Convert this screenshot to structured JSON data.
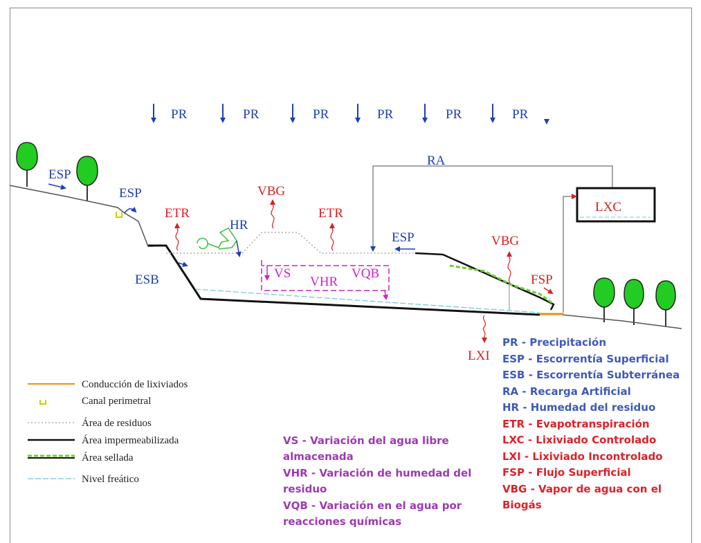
{
  "diagram": {
    "precipitation_labels": [
      "PR",
      "PR",
      "PR",
      "PR",
      "PR",
      "PR"
    ],
    "labels": {
      "ra": "RA",
      "esp_left": "ESP",
      "esp_canal": "ESP",
      "esp_right": "ESP",
      "esb": "ESB",
      "hr": "HR",
      "etr_left": "ETR",
      "etr_right": "ETR",
      "vbg_left": "VBG",
      "vbg_right": "VBG",
      "vs": "VS",
      "vhr": "VHR",
      "vqb": "VQB",
      "lxc": "LXC",
      "lxi": "LXI",
      "fsp": "FSP"
    }
  },
  "legend": {
    "items": [
      {
        "label": "Conducción de lixiviados",
        "color": "#f08a1c"
      },
      {
        "label": "Canal perimetral",
        "color": "#c8d400"
      },
      {
        "label": "Área de residuos",
        "color": "#b0b0b0"
      },
      {
        "label": "Área impermeabilizada",
        "color": "#111111"
      },
      {
        "label": "Área sellada",
        "color": "#6ccd3c"
      },
      {
        "label": "Nivel freático",
        "color": "#6fc8d4"
      }
    ]
  },
  "abbreviations": [
    {
      "text": "PR  - Precipitación",
      "color": "blue"
    },
    {
      "text": "ESP - Escorrentía Superficial",
      "color": "blue"
    },
    {
      "text": "ESB - Escorrentía Subterránea",
      "color": "blue"
    },
    {
      "text": "RA  - Recarga Artificial",
      "color": "blue"
    },
    {
      "text": "HR  - Humedad del residuo",
      "color": "blue"
    },
    {
      "text": "ETR - Evapotranspiración",
      "color": "red"
    },
    {
      "text": "LXC - Lixiviado Controlado",
      "color": "red"
    },
    {
      "text": "LXI - Lixiviado Incontrolado",
      "color": "red"
    },
    {
      "text": "FSP - Flujo Superficial",
      "color": "red"
    },
    {
      "text": "VBG - Vapor de agua con el",
      "color": "red"
    },
    {
      "text": "Biogás",
      "color": "red"
    }
  ],
  "notes": [
    "VS - Variación del agua libre",
    "almacenada",
    "VHR - Variación de humedad del",
    "residuo",
    "VQB - Variación en el agua por",
    "reacciones químicas"
  ],
  "colors": {
    "blue": "#1d3fb5",
    "red": "#d81f1f",
    "magenta": "#cc22cc",
    "tree": "#22cc22"
  }
}
